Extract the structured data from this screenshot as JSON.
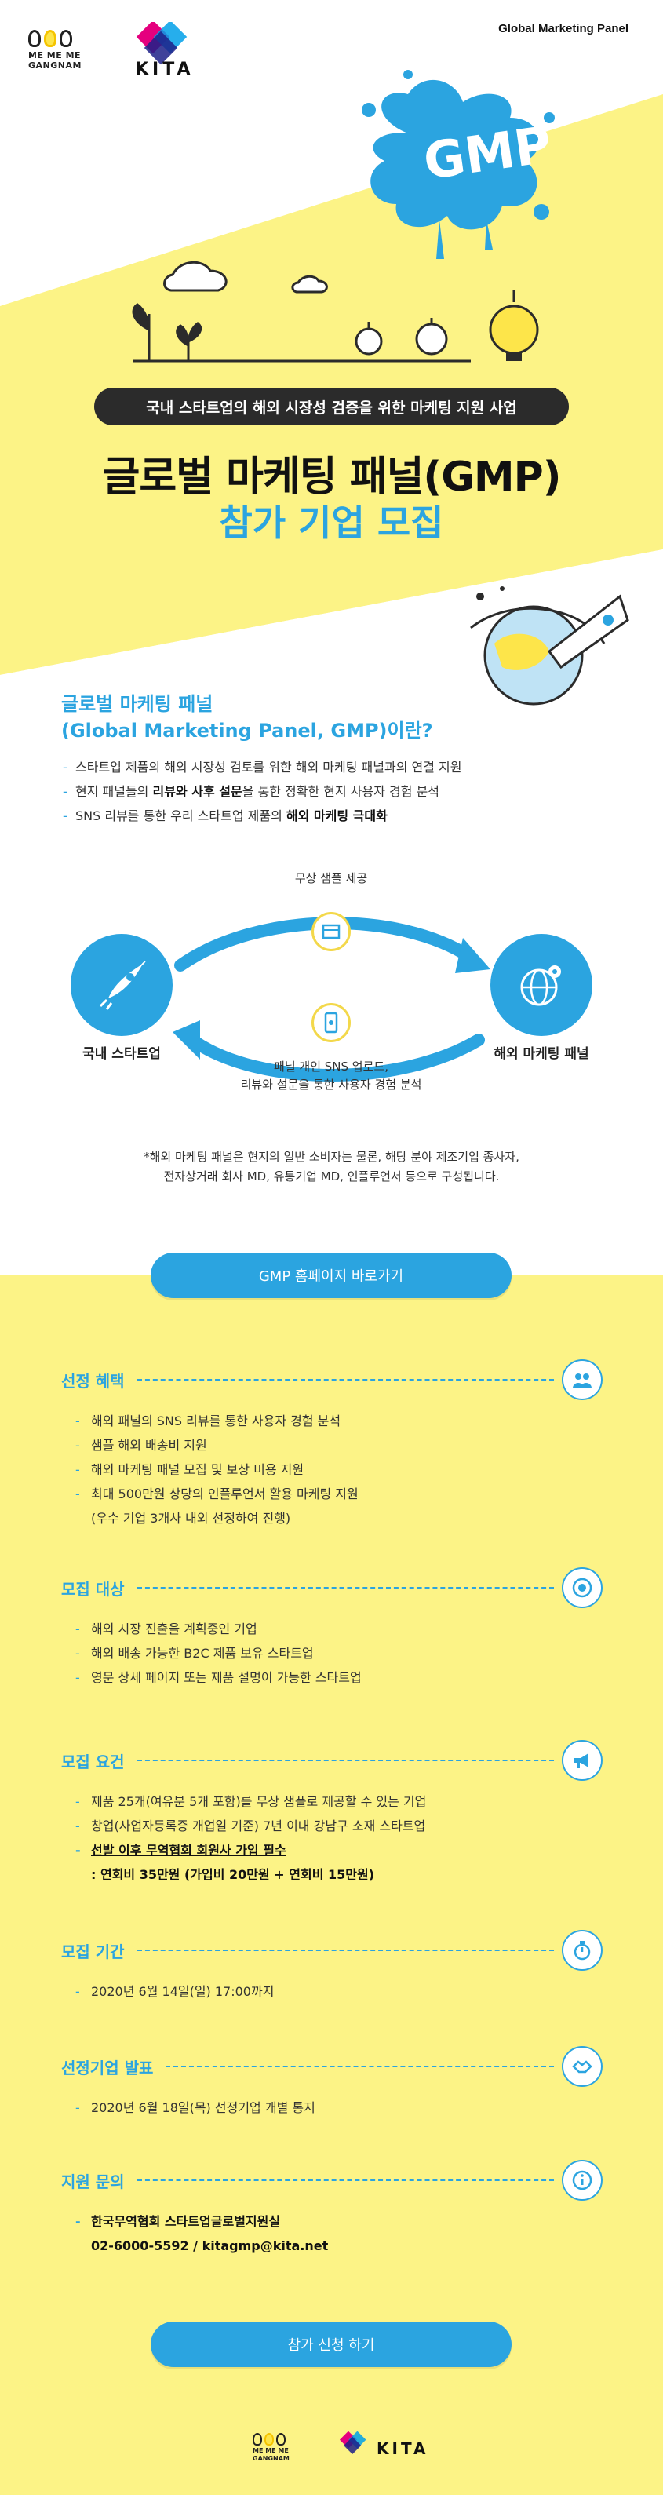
{
  "header": {
    "logo_meme_text": "ME ME ME\nGANGNAM",
    "kita_text": "KITA",
    "gmp_top": "Global Marketing Panel",
    "splash_text": "GMP"
  },
  "hero": {
    "pill": "국내 스타트업의 해외 시장성 검증을 위한 마케팅 지원 사업",
    "title": "글로벌 마케팅 패널(GMP)",
    "subtitle": "참가 기업 모집"
  },
  "intro": {
    "title_line1": "글로벌 마케팅 패널",
    "title_line2": "(Global Marketing Panel, GMP)이란?",
    "items": [
      {
        "pre": "스타트업 제품의 해외 시장성 검토를 위한 해외 마케팅 패널과의 연결 지원",
        "bold": "",
        "post": ""
      },
      {
        "pre": "현지  패널들의 ",
        "bold": "리뷰와 사후 설문",
        "post": "을 통한 정확한 현지 사용자 경험 분석"
      },
      {
        "pre": "SNS 리뷰를 통한 우리 스타트업 제품의 ",
        "bold": "해외 마케팅 극대화",
        "post": ""
      }
    ]
  },
  "flow": {
    "top_label": "무상 샘플 제공",
    "left_node": "국내 스타트업",
    "right_node": "해외 마케팅 패널",
    "bottom_label_1": "패널 개인 SNS 업로드,",
    "bottom_label_2": "리뷰와 설문을 통한 사용자 경험 분석"
  },
  "footnote": {
    "line1": "*해외 마케팅 패널은 현지의 일반 소비자는 물론, 해당 분야 제조기업 종사자,",
    "line2": "전자상거래 회사 MD, 유통기업 MD, 인플루언서 등으로 구성됩니다."
  },
  "buttons": {
    "homepage": "GMP 홈페이지 바로가기",
    "apply": "참가 신청 하기"
  },
  "sections": {
    "benefits": {
      "title": "선정 혜택",
      "icon": "people-icon",
      "items": [
        "해외 패널의 SNS 리뷰를 통한 사용자 경험 분석",
        "샘플 해외 배송비 지원",
        "해외 마케팅 패널 모집 및 보상 비용 지원",
        "최대 500만원 상당의 인플루언서 활용 마케팅 지원",
        "(우수 기업 3개사 내외 선정하여 진행)"
      ]
    },
    "target": {
      "title": "모집 대상",
      "icon": "target-icon",
      "items": [
        "해외 시장 진출을 계획중인 기업",
        "해외 배송 가능한 B2C 제품 보유 스타트업",
        "영문 상세 페이지 또는 제품 설명이 가능한 스타트업"
      ]
    },
    "requirements": {
      "title": "모집 요건",
      "icon": "megaphone-icon",
      "items": [
        "제품 25개(여유분 5개 포함)를 무상 샘플로 제공할 수 있는 기업",
        "창업(사업자등록증 개업일 기준) 7년 이내 강남구 소재 스타트업",
        "선발 이후 무역협회 회원사 가입 필수",
        ": 연회비 35만원 (가입비 20만원 + 연회비 15만원)"
      ]
    },
    "period": {
      "title": "모집 기간",
      "icon": "stopwatch-icon",
      "items": [
        "2020년 6월 14일(일) 17:00까지"
      ]
    },
    "announce": {
      "title": "선정기업 발표",
      "icon": "handshake-icon",
      "items": [
        "2020년 6월 18일(목) 선정기업 개별 통지"
      ]
    },
    "contact": {
      "title": "지원 문의",
      "icon": "info-icon",
      "items": [
        "한국무역협회 스타트업글로벌지원실",
        "02-6000-5592 / kitagmp@kita.net"
      ]
    }
  },
  "colors": {
    "accent": "#2ba4e0",
    "yellow": "#fcf386",
    "dark": "#2b2b2b"
  }
}
